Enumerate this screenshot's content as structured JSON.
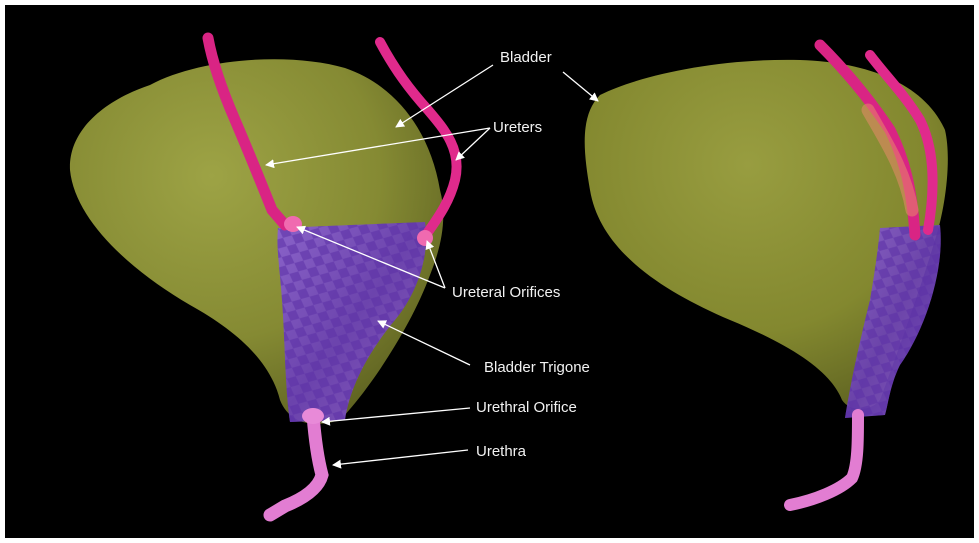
{
  "figure": {
    "background": "#000000",
    "colors": {
      "bladder": "#8c8f35",
      "ureter": "#e0258a",
      "trigone": "#7a4bc8",
      "urethra": "#e07ad0",
      "label_text": "#f2f2f2",
      "arrow": "#ffffff"
    },
    "labels": {
      "bladder": "Bladder",
      "ureters": "Ureters",
      "ureteral_orifices": "Ureteral Orifices",
      "bladder_trigone": "Bladder Trigone",
      "urethral_orifice": "Urethral Orifice",
      "urethra": "Urethra"
    }
  }
}
